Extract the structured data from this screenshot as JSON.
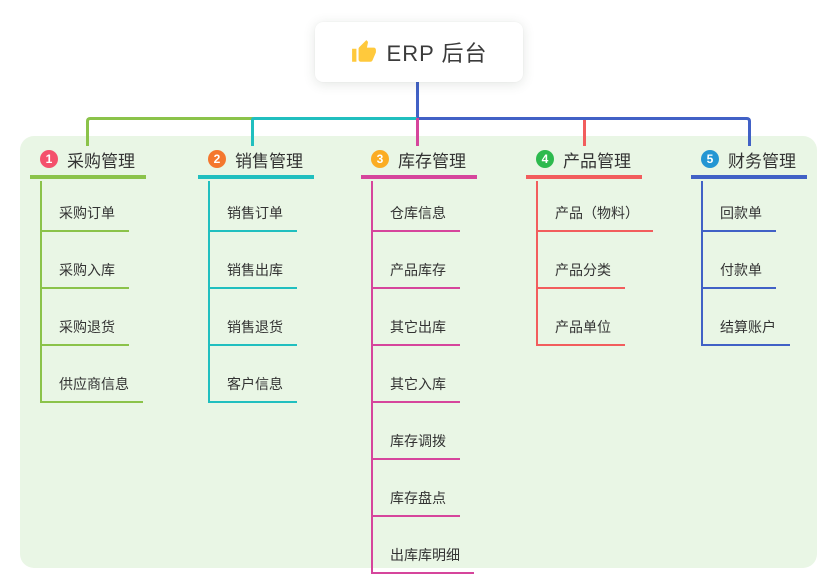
{
  "root": {
    "label": "ERP 后台",
    "icon": "thumbs-up-icon"
  },
  "colors": {
    "root_line": "#4161C6",
    "panel_bg": "#E9F6E5",
    "text": "#333333",
    "thumb_icon": "#FFC93C"
  },
  "branches": [
    {
      "index": "1",
      "label": "采购管理",
      "line_color": "#8BC34A",
      "badge_color": "#F4516C",
      "children": [
        "采购订单",
        "采购入库",
        "采购退货",
        "供应商信息"
      ]
    },
    {
      "index": "2",
      "label": "销售管理",
      "line_color": "#20BFBF",
      "badge_color": "#F4772E",
      "children": [
        "销售订单",
        "销售出库",
        "销售退货",
        "客户信息"
      ]
    },
    {
      "index": "3",
      "label": "库存管理",
      "line_color": "#D6459C",
      "badge_color": "#FBAC23",
      "children": [
        "仓库信息",
        "产品库存",
        "其它出库",
        "其它入库",
        "库存调拨",
        "库存盘点",
        "出库库明细"
      ]
    },
    {
      "index": "4",
      "label": "产品管理",
      "line_color": "#F25D5D",
      "badge_color": "#2DBA4E",
      "children": [
        "产品（物料）",
        "产品分类",
        "产品单位"
      ]
    },
    {
      "index": "5",
      "label": "财务管理",
      "line_color": "#4161C6",
      "badge_color": "#2496D3",
      "children": [
        "回款单",
        "付款单",
        "结算账户"
      ]
    }
  ]
}
